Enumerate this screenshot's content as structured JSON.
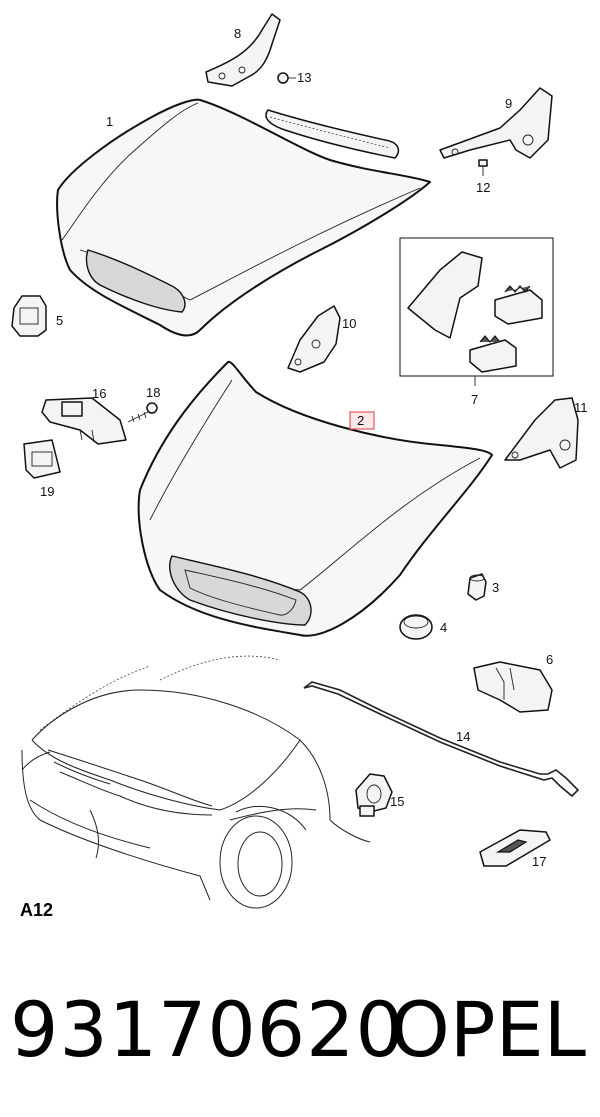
{
  "diagram": {
    "section_code": "A12",
    "highlighted_callout": "2",
    "callouts": {
      "c1": "1",
      "c2": "2",
      "c3": "3",
      "c4": "4",
      "c5": "5",
      "c6": "6",
      "c7": "7",
      "c8": "8",
      "c9": "9",
      "c10": "10",
      "c11": "11",
      "c12": "12",
      "c13": "13",
      "c14": "14",
      "c15": "15",
      "c16": "16",
      "c17": "17",
      "c18": "18",
      "c19": "19"
    },
    "colors": {
      "highlight_box": "#e05a5a",
      "line": "#111111"
    }
  },
  "footer": {
    "part_number": "93170620",
    "brand": "OPEL"
  }
}
